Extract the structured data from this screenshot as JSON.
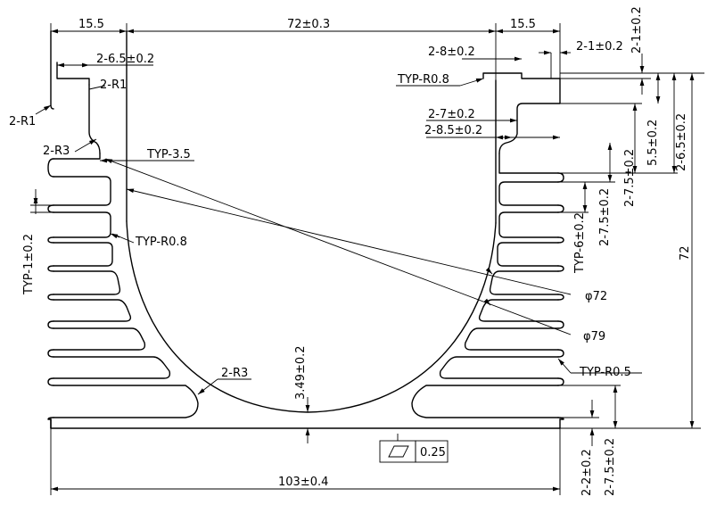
{
  "labels": {
    "top_left_width": "15.5",
    "top_center_width": "72±0.3",
    "top_right_width": "15.5",
    "slot_width_left": "2-6.5±0.2",
    "r1": "2-R1",
    "r1_left": "2-R1",
    "r3_top": "2-R3",
    "typ_35": "TYP-3.5",
    "typ_r08_left": "TYP-R0.8",
    "typ_1": "TYP-1±0.2",
    "r3_bottom": "2-R3",
    "depth_349": "3.49±0.2",
    "flatness": "0.25",
    "overall_width": "103±0.4",
    "dim_2_8": "2-8±0.2",
    "dim_2_1a": "2-1±0.2",
    "dim_2_1b": "2-1±0.2",
    "typ_r08_right": "TYP-R0.8",
    "dim_2_7": "2-7±0.2",
    "dim_2_85": "2-8.5±0.2",
    "dim_55": "5.5±0.2",
    "dim_265": "2-6.5±0.2",
    "dim_275a": "2-7.5±0.2",
    "dim_275b": "2-7.5±0.2",
    "typ_6": "TYP-6±0.2",
    "height_72": "72",
    "dia_72": "φ72",
    "dia_79": "φ79",
    "typ_r05": "TYP-R0.5",
    "dim_2_2": "2-2±0.2",
    "dim_275c": "2-7.5±0.2"
  }
}
